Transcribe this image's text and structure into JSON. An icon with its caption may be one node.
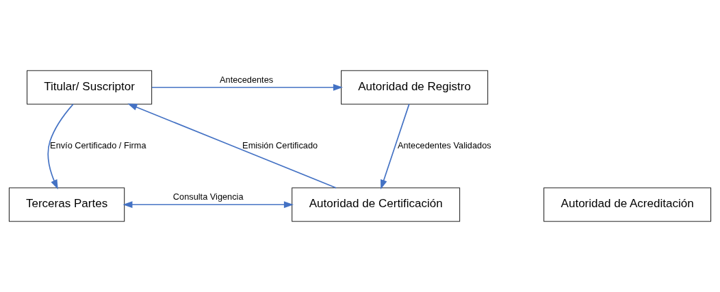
{
  "diagram": {
    "nodes": [
      {
        "text": [
          "Titular/ Suscriptor"
        ]
      },
      {
        "text": [
          "Autoridad de Registro"
        ]
      },
      {
        "text": [
          "Terceras Partes"
        ]
      },
      {
        "text": [
          "Autoridad de Certificación"
        ]
      },
      {
        "text": [
          "Autoridad de Acreditación"
        ]
      }
    ],
    "edges": [
      {
        "from": 0,
        "to": 1,
        "arrow": "to",
        "label": "Antecedentes"
      },
      {
        "from": 0,
        "to": 2,
        "arrow": "to",
        "label": "Envío Certificado / Firma"
      },
      {
        "from": 1,
        "to": 3,
        "arrow": "to",
        "label": "Antecedentes Validados"
      },
      {
        "from": 3,
        "to": 0,
        "arrow": "to",
        "label": "Emisión Certificado"
      },
      {
        "from": 2,
        "to": 3,
        "arrow": "both",
        "label": "Consulta Vigencia"
      }
    ]
  }
}
